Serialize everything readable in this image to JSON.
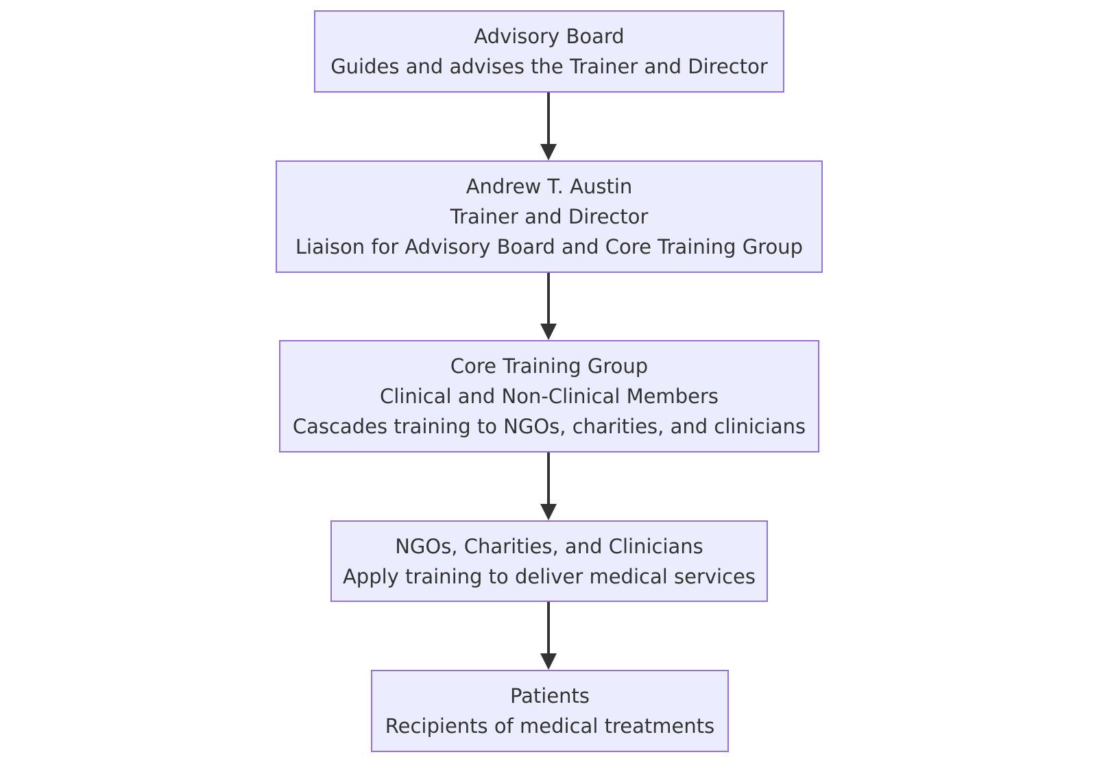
{
  "colors": {
    "node_fill": "#ececff",
    "node_border": "#9370db",
    "text": "#333333",
    "edge": "#333333"
  },
  "nodes": [
    {
      "id": "advisory-board",
      "lines": [
        "Advisory Board",
        "Guides and advises the Trainer and Director"
      ]
    },
    {
      "id": "andrew-austin",
      "lines": [
        "Andrew T. Austin",
        "Trainer and Director",
        "Liaison for Advisory Board and Core Training Group"
      ]
    },
    {
      "id": "core-training-group",
      "lines": [
        "Core Training Group",
        "Clinical and Non-Clinical Members",
        "Cascades training to NGOs, charities, and clinicians"
      ]
    },
    {
      "id": "ngos-charities-clinicians",
      "lines": [
        "NGOs, Charities, and Clinicians",
        "Apply training to deliver medical services"
      ]
    },
    {
      "id": "patients",
      "lines": [
        "Patients",
        "Recipients of medical treatments"
      ]
    }
  ],
  "edges": [
    {
      "from": "advisory-board",
      "to": "andrew-austin"
    },
    {
      "from": "andrew-austin",
      "to": "core-training-group"
    },
    {
      "from": "core-training-group",
      "to": "ngos-charities-clinicians"
    },
    {
      "from": "ngos-charities-clinicians",
      "to": "patients"
    }
  ]
}
